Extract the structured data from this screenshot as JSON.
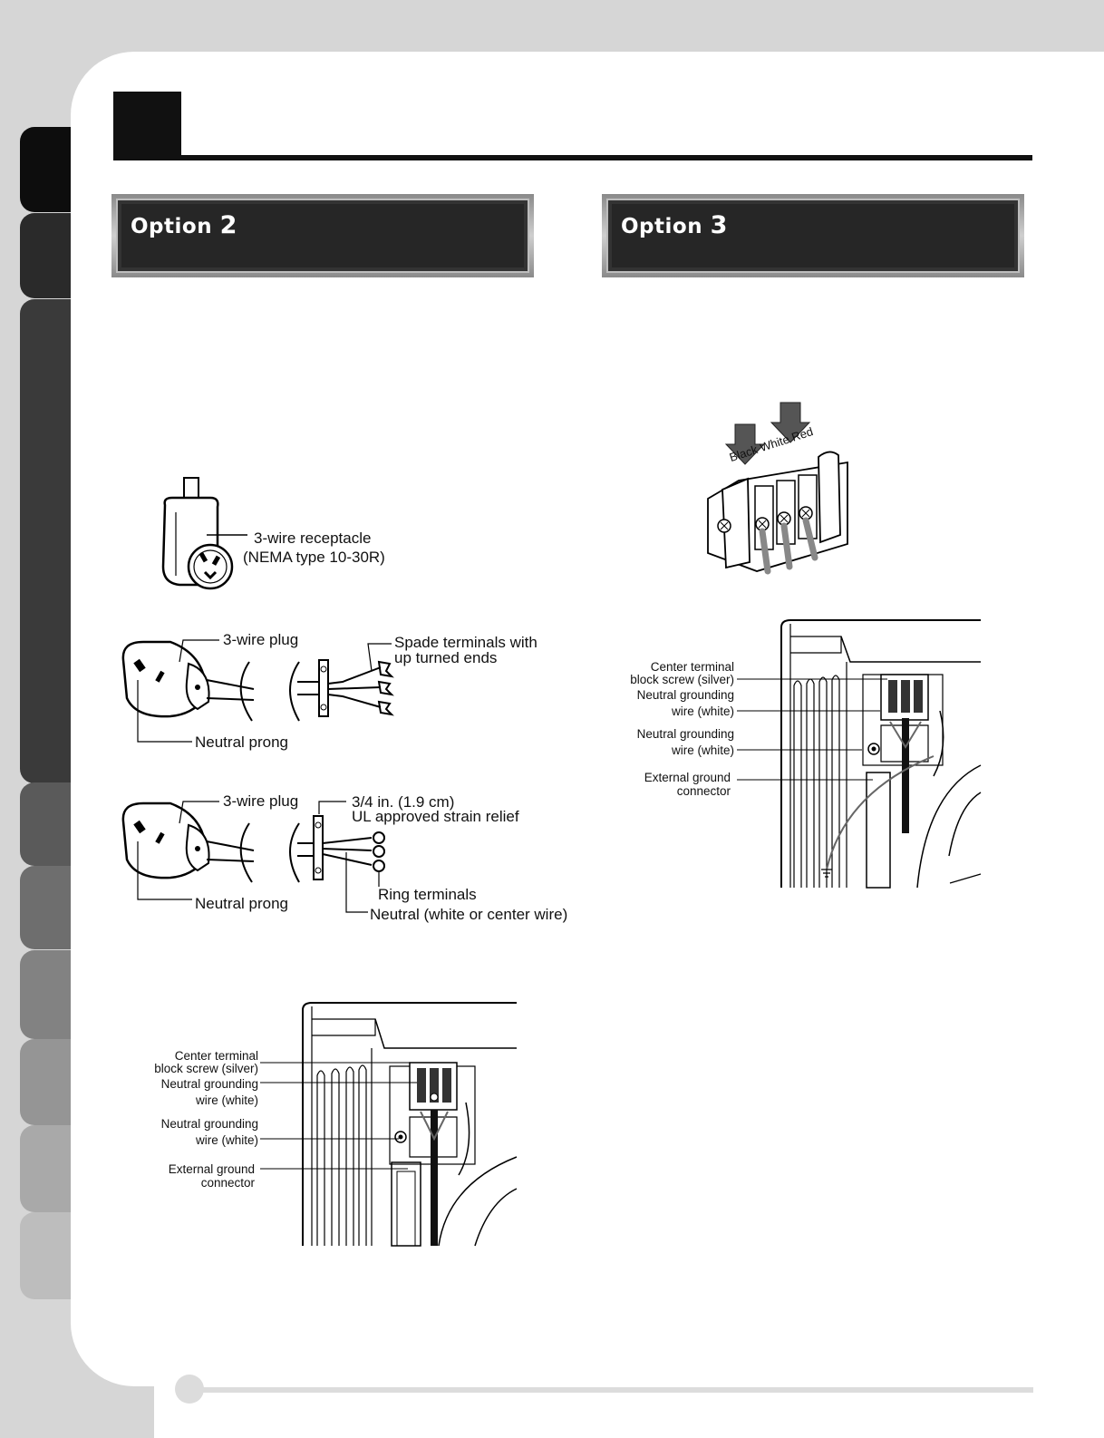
{
  "side_tabs": [
    {
      "color": "#0d0d0d"
    },
    {
      "color": "#2a2a2a"
    },
    {
      "color": "#3a3a3a"
    },
    {
      "color": "#5a5a5a"
    },
    {
      "color": "#6e6e6e"
    },
    {
      "color": "#828282"
    },
    {
      "color": "#959595"
    },
    {
      "color": "#a9a9a9"
    },
    {
      "color": "#bdbdbd"
    }
  ],
  "option2": {
    "title_word": "Option",
    "title_num": "2",
    "receptacle": {
      "label_line1": "3-wire receptacle",
      "label_line2": "(NEMA type 10-30R)"
    },
    "plug_spade": {
      "plug_label": "3-wire plug",
      "terminal_line1": "Spade terminals with",
      "terminal_line2": "up turned ends",
      "neutral_label": "Neutral prong"
    },
    "plug_ring": {
      "plug_label": "3-wire plug",
      "relief_line1": "3/4 in. (1.9 cm)",
      "relief_line2": "UL approved strain relief",
      "ring_label": "Ring terminals",
      "neutral_wire_label": "Neutral (white or center wire)",
      "neutral_label": "Neutral prong"
    },
    "dryer_back": {
      "center_screw_1": "Center terminal",
      "center_screw_2": "block screw (silver)",
      "neutral_a_1": "Neutral grounding",
      "neutral_a_2": "wire (white)",
      "neutral_b_1": "Neutral grounding",
      "neutral_b_2": "wire (white)",
      "ext_ground_1": "External ground",
      "ext_ground_2": "connector"
    }
  },
  "option3": {
    "title_word": "Option",
    "title_num": "3",
    "terminal_block": {
      "wire_colors": "Black White Red"
    },
    "dryer_back": {
      "center_screw_1": "Center terminal",
      "center_screw_2": "block screw (silver)",
      "neutral_a_1": "Neutral grounding",
      "neutral_a_2": "wire (white)",
      "neutral_b_1": "Neutral grounding",
      "neutral_b_2": "wire (white)",
      "ext_ground_1": "External ground",
      "ext_ground_2": "connector"
    }
  }
}
